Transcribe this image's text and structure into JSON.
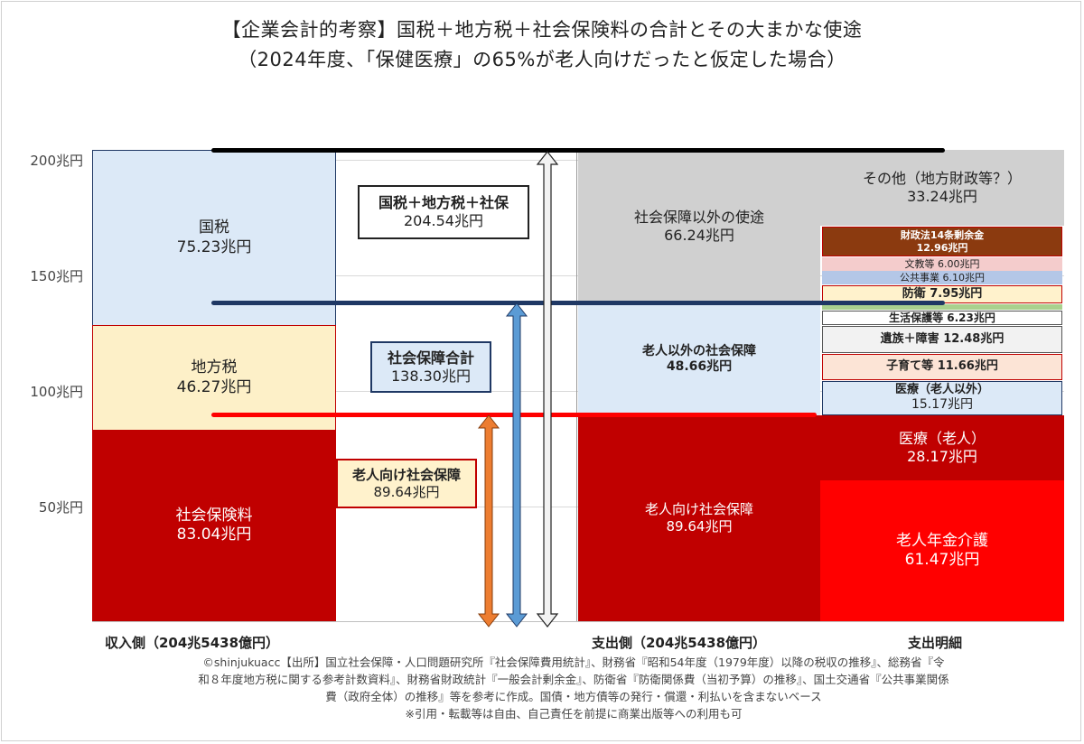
{
  "title_line1": "【企業会計的考察】国税＋地方税＋社会保険料の合計とその大まかな使途",
  "title_line2": "（2024年度、「保健医療」の65%が老人向けだったと仮定した場合）",
  "y_ticks": [
    "200兆円",
    "150兆円",
    "100兆円",
    "50兆円"
  ],
  "income": {
    "label": "収入側（204兆5438億円）",
    "kokuzei": {
      "name": "国税",
      "value": "75.23兆円"
    },
    "chihouzei": {
      "name": "地方税",
      "value": "46.27兆円"
    },
    "shakaihoken": {
      "name": "社会保険料",
      "value": "83.04兆円"
    }
  },
  "callouts": {
    "total": {
      "name": "国税＋地方税＋社保",
      "value": "204.54兆円"
    },
    "social_total": {
      "name": "社会保障合計",
      "value": "138.30兆円"
    },
    "elderly": {
      "name": "老人向け社会保障",
      "value": "89.64兆円"
    }
  },
  "expense": {
    "label": "支出側（204兆5438億円）",
    "other": {
      "name": "社会保障以外の使途",
      "value": "66.24兆円"
    },
    "non_elderly": {
      "name": "老人以外の社会保障",
      "value": "48.66兆円"
    },
    "elderly": {
      "name": "老人向け社会保障",
      "value": "89.64兆円"
    }
  },
  "detail": {
    "label": "支出明細",
    "sonota": {
      "name": "その他（地方財政等？）",
      "value": "33.24兆円"
    },
    "zaiseihou": {
      "name": "財政法14条剰余金",
      "value": "12.96兆円"
    },
    "bunkyou": "文教等 6.00兆円",
    "koukyou": "公共事業 6.10兆円",
    "bouei": "防衛 7.95兆円",
    "seikatsu": "生活保護等 6.23兆円",
    "izoku": "遺族＋障害 12.48兆円",
    "kosodate": "子育て等 11.66兆円",
    "iryou_non": {
      "name": "医療（老人以外）",
      "value": "15.17兆円"
    },
    "iryou_eld": {
      "name": "医療（老人）",
      "value": "28.17兆円"
    },
    "nenkin": {
      "name": "老人年金介護",
      "value": "61.47兆円"
    }
  },
  "footer": [
    "©shinjukuacc【出所】国立社会保障・人口問題研究所『社会保障費用統計』、財務省『昭和54年度（1979年度）以降の税収の推移』、総務省『令",
    "和８年度地方税に関する参考計数資料』、財務省財政統計『一般会計剰余金』、防衛省『防衛関係費（当初予算）の推移』、国土交通省『公共事業関係",
    "費（政府全体）の推移』等を参考に作成。国債・地方債等の発行・償還・利払いを含まないベース",
    "※引用・転載等は自由、自己責任を前提に商業出版等への利用も可"
  ],
  "chart_data": {
    "type": "bar",
    "ylim": [
      0,
      210
    ],
    "y_ticks": [
      50,
      100,
      150,
      200
    ],
    "columns": [
      {
        "name": "収入側",
        "stack": [
          {
            "name": "社会保険料",
            "value": 83.04,
            "color": "#c00000"
          },
          {
            "name": "地方税",
            "value": 46.27,
            "color": "#fdf0c8"
          },
          {
            "name": "国税",
            "value": 75.23,
            "color": "#dce9f7"
          }
        ]
      },
      {
        "name": "支出側",
        "stack": [
          {
            "name": "老人向け社会保障",
            "value": 89.64,
            "color": "#c00000"
          },
          {
            "name": "老人以外の社会保障",
            "value": 48.66,
            "color": "#dce9f7"
          },
          {
            "name": "社会保障以外の使途",
            "value": 66.24,
            "color": "#d0d0d0"
          }
        ]
      },
      {
        "name": "支出明細",
        "stack": [
          {
            "name": "老人年金介護",
            "value": 61.47
          },
          {
            "name": "医療（老人）",
            "value": 28.17
          },
          {
            "name": "医療（老人以外）",
            "value": 15.17
          },
          {
            "name": "子育て等",
            "value": 11.66
          },
          {
            "name": "遺族＋障害",
            "value": 12.48
          },
          {
            "name": "生活保護等",
            "value": 6.23
          },
          {
            "name": "防衛",
            "value": 7.95
          },
          {
            "name": "公共事業",
            "value": 6.1
          },
          {
            "name": "文教等",
            "value": 6.0
          },
          {
            "name": "財政法14条剰余金",
            "value": 12.96
          },
          {
            "name": "その他（地方財政等？）",
            "value": 33.24
          }
        ]
      }
    ],
    "totals": {
      "all": 204.54,
      "social_security": 138.3,
      "elderly": 89.64
    }
  }
}
